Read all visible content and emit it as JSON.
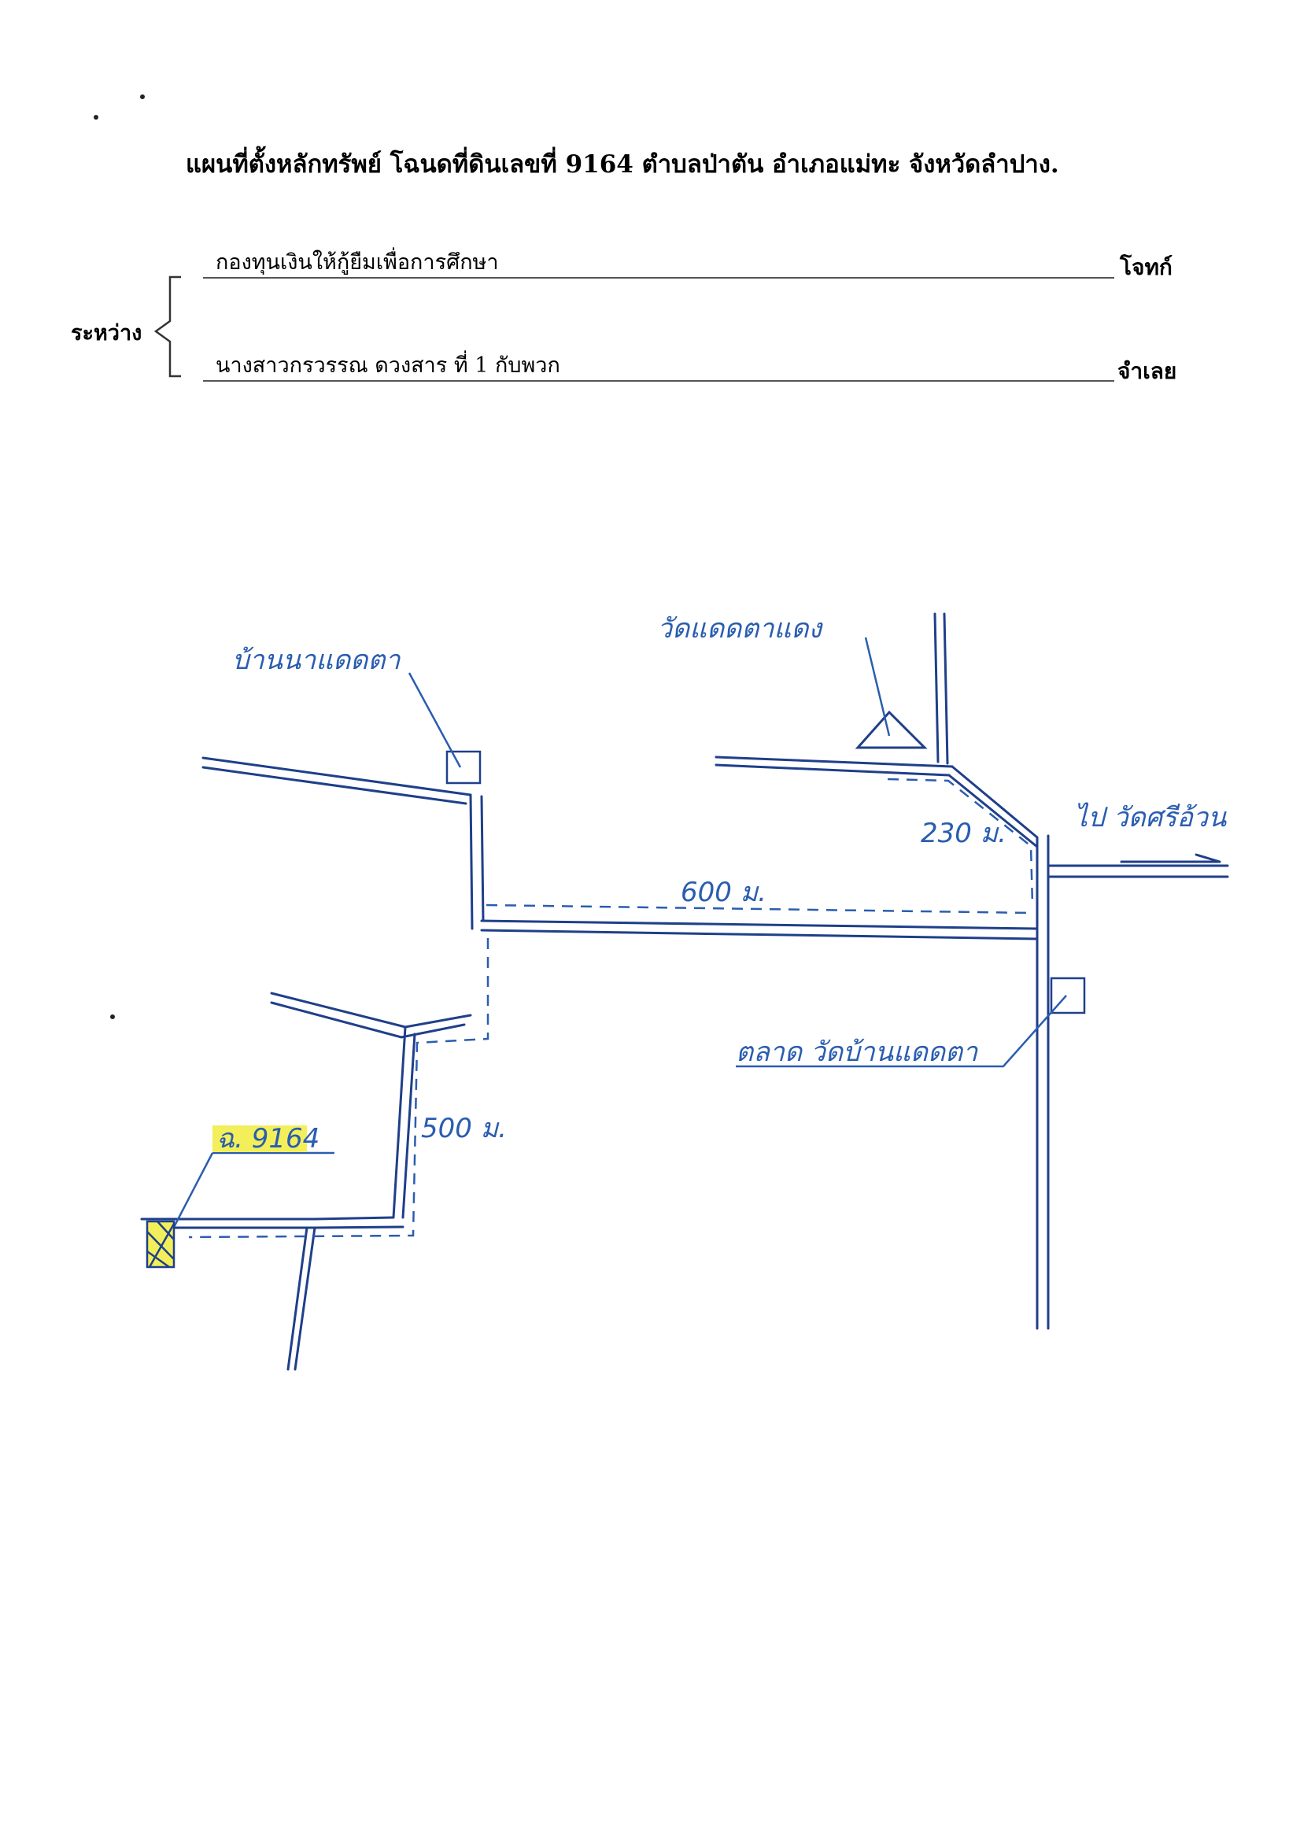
{
  "document": {
    "title": "แผนที่ตั้งหลักทรัพย์ โฉนดที่ดินเลขที่ 9164 ตำบลป่าตัน อำเภอแม่ทะ จังหวัดลำปาง.",
    "between_label": "ระหว่าง",
    "plaintiff": {
      "name": "กองทุนเงินให้กู้ยืมเพื่อการศึกษา",
      "role": "โจทก์"
    },
    "defendant": {
      "name": "นางสาวกรวรรณ ดวงสาร ที่ 1 กับพวก",
      "role": "จำเลย"
    }
  },
  "map": {
    "ink_color": "#2a5db0",
    "road_color": "#1f3f8a",
    "highlight_color": "#f3ef5a",
    "labels": {
      "village_sign": "บ้านนาแดดตา",
      "temple": "วัดแดดตาแดง",
      "direction_to": "ไป วัดศรีอ้วน",
      "distance_1": "230 ม.",
      "distance_2": "600 ม.",
      "distance_3": "500 ม.",
      "school": "ตลาด วัดบ้านแดดตา",
      "parcel": "ฉ. 9164"
    }
  }
}
